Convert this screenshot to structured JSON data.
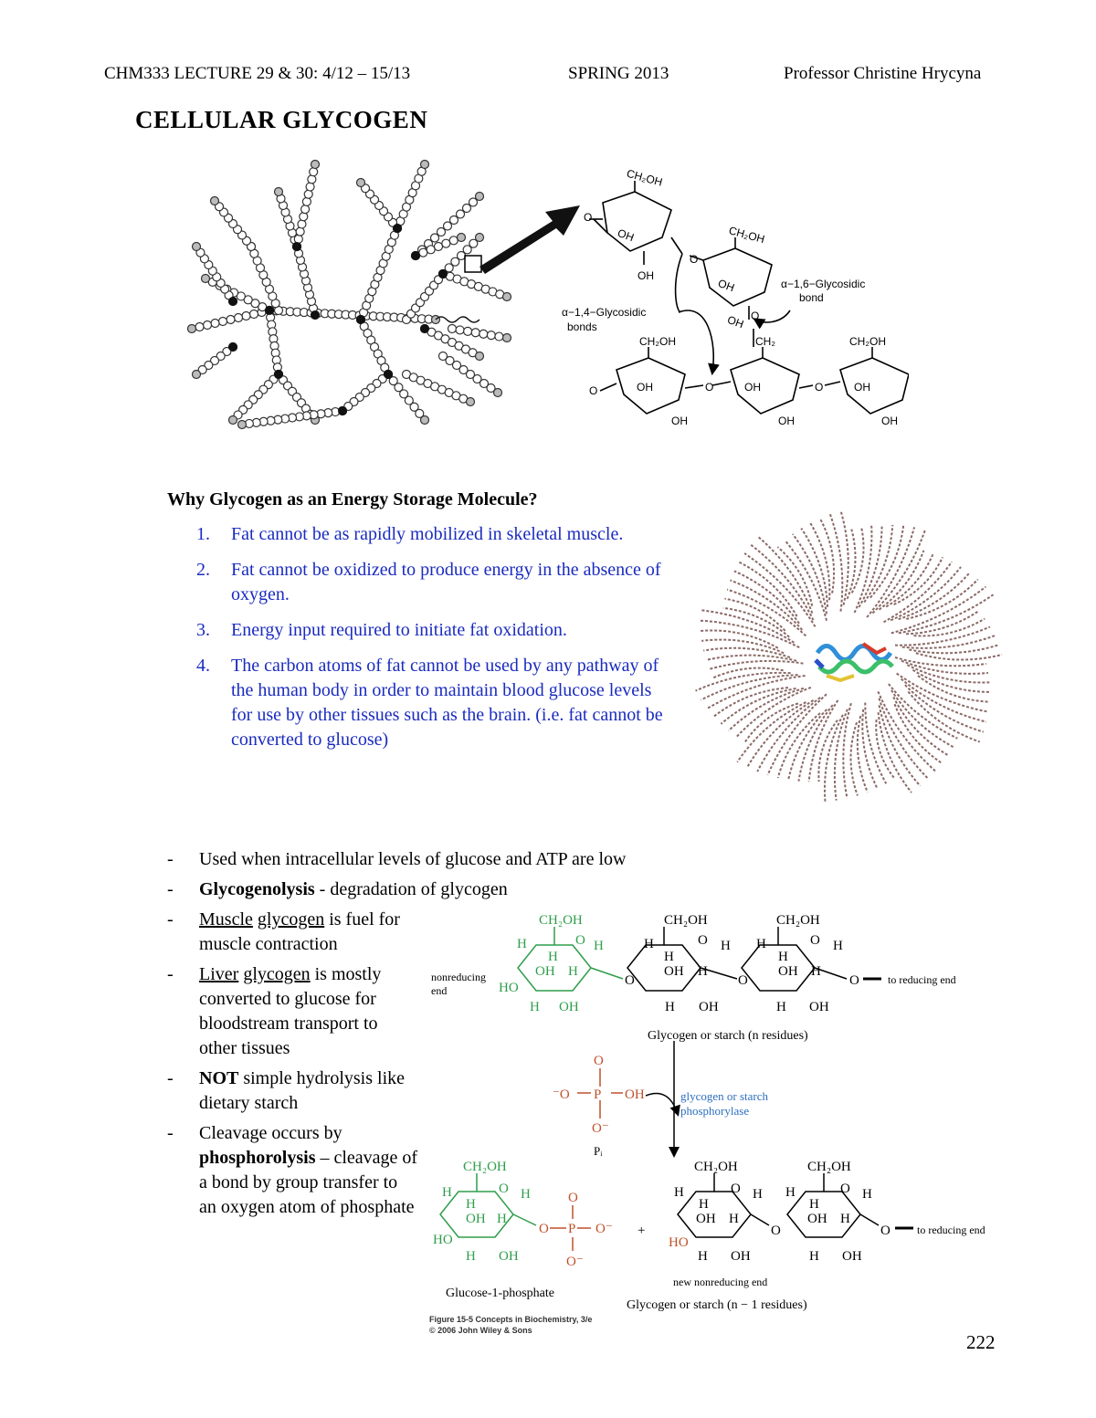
{
  "header": {
    "course": "CHM333 LECTURE 29 & 30: 4/12 – 15/13",
    "term": "SPRING 2013",
    "professor": "Professor Christine Hrycyna"
  },
  "title": "CELLULAR GLYCOGEN",
  "glycosidic_figure": {
    "ch2oh": "CH₂OH",
    "ch2": "CH₂",
    "oh": "OH",
    "o": "O",
    "alpha16_l1": "α−1,6−Glycosidic",
    "alpha16_l2": "bond",
    "alpha14_l1": "α−1,4−Glycosidic",
    "alpha14_l2": "bonds"
  },
  "why_heading": "Why Glycogen as an Energy Storage Molecule?",
  "reasons": [
    {
      "num": "1.",
      "text": "Fat cannot be as rapidly mobilized in skeletal muscle."
    },
    {
      "num": "2.",
      "text": "Fat cannot be oxidized to produce energy in the absence of oxygen."
    },
    {
      "num": "3.",
      "text": "Energy input required to initiate fat oxidation."
    },
    {
      "num": "4.",
      "text": "The carbon atoms of fat cannot be used by any pathway of the human body in order to maintain blood glucose levels for use by other tissues such as the brain. (i.e. fat cannot be converted to glucose)"
    }
  ],
  "bullets": {
    "dash": "-",
    "b1": "Used when intracellular levels of glucose and ATP are low",
    "b2_bold": "Glycogenolysis",
    "b2_rest": " - degradation of glycogen",
    "b3_u1": "Muscle",
    "b3_sp": " ",
    "b3_u2": "glycogen",
    "b3_rest": " is fuel for muscle contraction",
    "b4_u1": "Liver",
    "b4_sp": " ",
    "b4_u2": "glycogen",
    "b4_rest": " is mostly converted to glucose for bloodstream transport to other tissues",
    "b5_bold": "NOT",
    "b5_rest": " simple hydrolysis like dietary starch",
    "b6_pre": "Cleavage occurs by ",
    "b6_bold": "phosphorolysis",
    "b6_rest": " – cleavage of a bond by group transfer to an oxygen atom of phosphate"
  },
  "reaction_figure": {
    "ch2oh": "CH₂OH",
    "h": "H",
    "o": "O",
    "oh": "OH",
    "ho": "HO",
    "nonreducing_l1": "nonreducing",
    "nonreducing_l2": "end",
    "to_reducing_end": "to reducing end",
    "glycogen_n": "Glycogen or starch (n residues)",
    "phosphate_o": "O",
    "phosphate_p": "P",
    "phosphate_left": "⁻O",
    "phosphate_oh": "OH",
    "phosphate_bottom": "O⁻",
    "pi_label": "Pᵢ",
    "enzyme_l1": "glycogen or starch",
    "enzyme_l2": "phosphorylase",
    "plus": "+",
    "o_minus": "O⁻",
    "g1p_label": "Glucose-1-phosphate",
    "new_nonreducing": "new nonreducing end",
    "glycogen_n1": "Glycogen or starch (n − 1 residues)",
    "credit_l1": "Figure 15-5 Concepts in Biochemistry, 3/e",
    "credit_l2": "© 2006 John Wiley & Sons"
  },
  "page_number": "222",
  "colors": {
    "blue_text": "#1a2bbf",
    "green": "#2e9e4a",
    "orange": "#c0502a",
    "enzyme_blue": "#2c6fbf",
    "particle": "#8a6a66"
  }
}
